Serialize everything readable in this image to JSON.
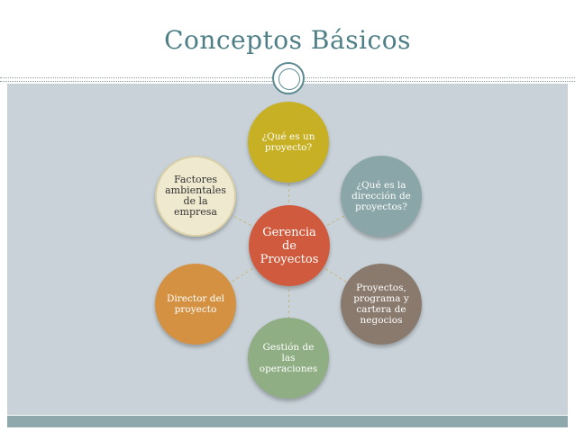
{
  "slide": {
    "title": "Conceptos Básicos"
  },
  "diagram": {
    "center": "Gerencia de Proyectos",
    "nodes": [
      "¿Qué es un proyecto?",
      "¿Qué es la dirección de proyectos?",
      "Proyectos, programa y cartera de negocios",
      "Gestión de las operaciones",
      "Director del proyecto",
      "Factores ambientales de la empresa"
    ]
  },
  "colors": {
    "title": "#4e7f86",
    "background_panel": "#c8d2d8",
    "footer_bar": "#8ea8ac",
    "center": "#cf5a3e",
    "node_1": "#c8b024",
    "node_2": "#8aa6a8",
    "node_3": "#8a7a6d",
    "node_4": "#8fae84",
    "node_5": "#d59142",
    "node_6": "#efe9cf"
  }
}
